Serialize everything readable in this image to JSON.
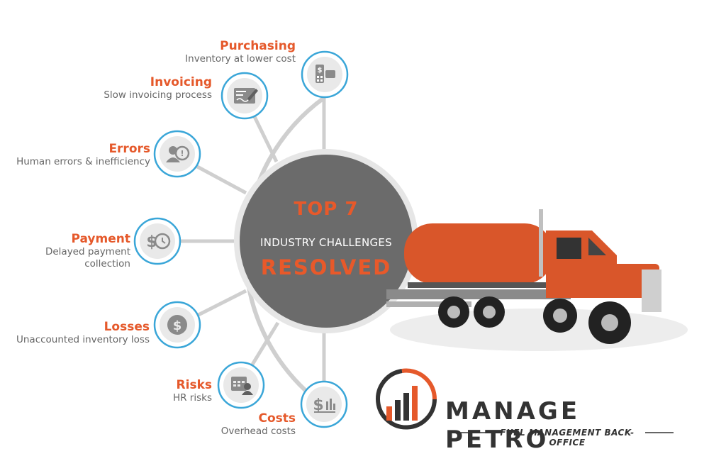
{
  "center": {
    "line1": "TOP 7",
    "line2": "INDUSTRY CHALLENGES",
    "line3": "RESOLVED"
  },
  "challenges": [
    {
      "title": "Purchasing",
      "subtitle": "Inventory at lower cost",
      "icon": "cash-register-icon"
    },
    {
      "title": "Invoicing",
      "subtitle": "Slow invoicing process",
      "icon": "invoice-pen-icon"
    },
    {
      "title": "Errors",
      "subtitle": "Human errors & inefficiency",
      "icon": "user-error-icon"
    },
    {
      "title": "Payment",
      "subtitle": "Delayed payment collection",
      "icon": "dollar-clock-icon"
    },
    {
      "title": "Losses",
      "subtitle": "Unaccounted inventory loss",
      "icon": "dollar-globe-icon"
    },
    {
      "title": "Risks",
      "subtitle": "HR risks",
      "icon": "calendar-user-icon"
    },
    {
      "title": "Costs",
      "subtitle": "Overhead costs",
      "icon": "dollar-chart-icon"
    }
  ],
  "brand": {
    "name": "MANAGE PETRO",
    "tagline": "FUEL MANAGEMENT BACK-OFFICE"
  },
  "colors": {
    "accent": "#e5592b",
    "hub": "#6b6b6b",
    "ring": "#cfcfcf",
    "icon_ring": "#3aa6d8",
    "icon_fill": "#8a8a8a",
    "truck_body": "#d9562a"
  }
}
